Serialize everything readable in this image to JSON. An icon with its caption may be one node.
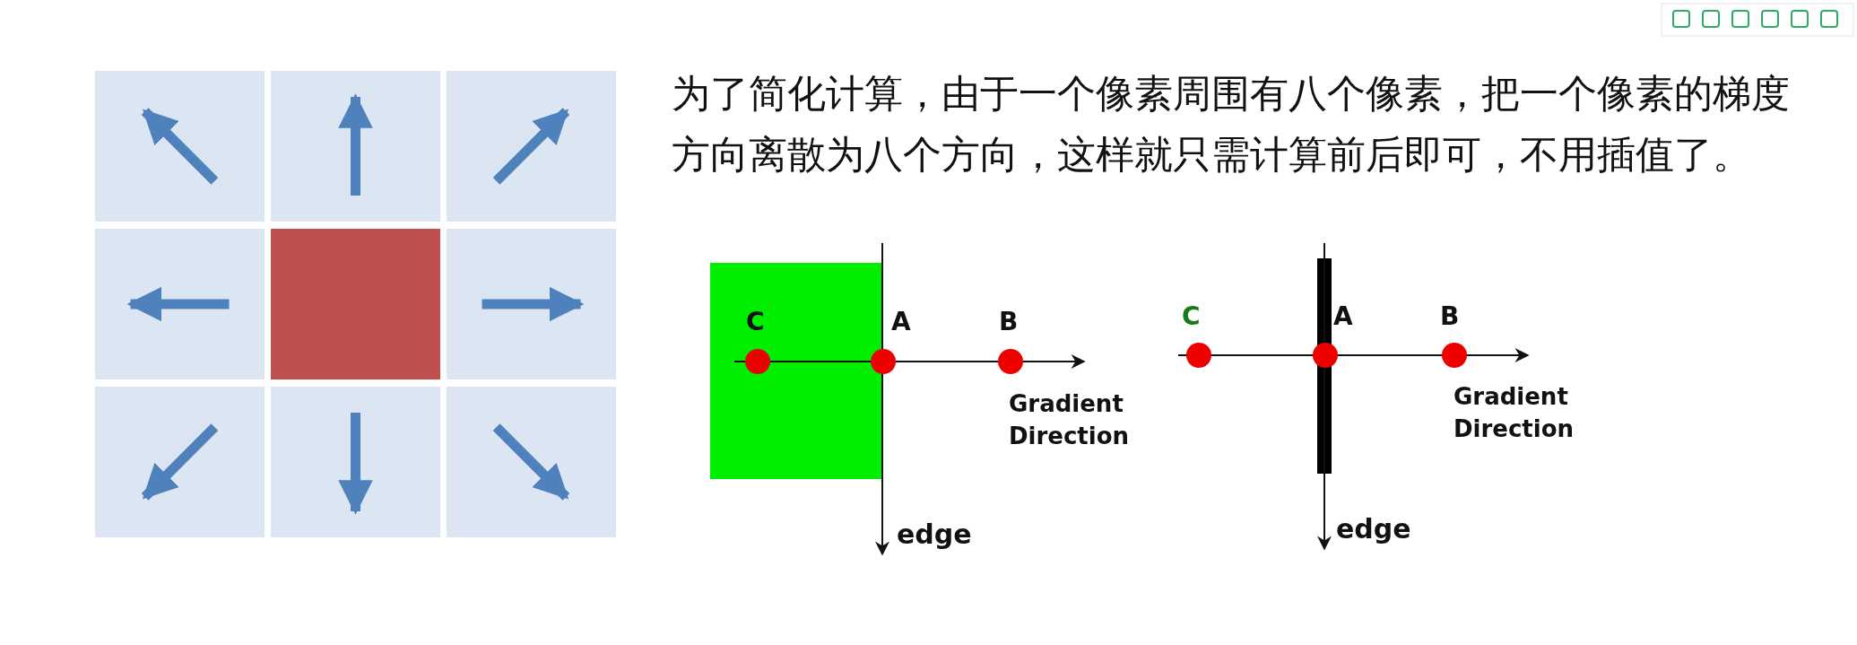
{
  "diagram": {
    "labels": [
      "为了简化计算，由于一个像素周围有八个像素，把一个像素的梯度方向离散为八个方向，这样就只需计算前后即可，不用插值了。",
      "C",
      "A",
      "B",
      "Gradient Direction",
      "edge",
      "C",
      "A",
      "B",
      "Gradient Direction",
      "edge"
    ]
  }
}
